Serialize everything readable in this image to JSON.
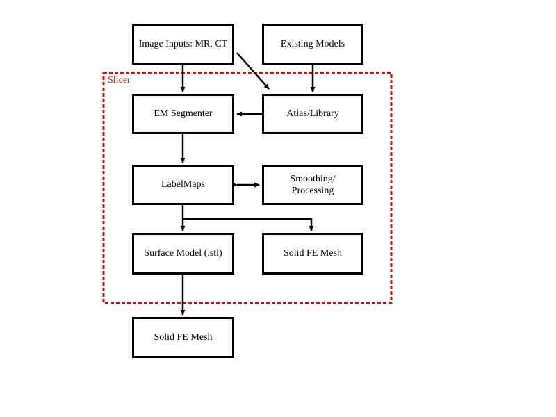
{
  "diagram": {
    "type": "flowchart",
    "container": {
      "label": "Slicer",
      "border_style": "dashed",
      "border_color": "#cc1111"
    },
    "nodes": {
      "image_inputs": {
        "label": "Image Inputs: MR, CT"
      },
      "existing_models": {
        "label": "Existing Models"
      },
      "em_segmenter": {
        "label": "EM Segmenter"
      },
      "atlas_library": {
        "label": "Atlas/Library"
      },
      "labelmaps": {
        "label": "LabelMaps"
      },
      "smoothing_processing": {
        "label_line1": "Smoothing/",
        "label_line2": "Processing"
      },
      "surface_model": {
        "label": "Surface Model (.stl)"
      },
      "solid_fe_mesh_internal": {
        "label": "Solid FE Mesh"
      },
      "solid_fe_mesh_output": {
        "label": "Solid FE Mesh"
      }
    },
    "edges": [
      {
        "from": "image_inputs",
        "to": "em_segmenter",
        "style": "arrow"
      },
      {
        "from": "image_inputs",
        "to": "atlas_library",
        "style": "arrow-diagonal"
      },
      {
        "from": "existing_models",
        "to": "atlas_library",
        "style": "arrow"
      },
      {
        "from": "atlas_library",
        "to": "em_segmenter",
        "style": "arrow"
      },
      {
        "from": "em_segmenter",
        "to": "labelmaps",
        "style": "arrow"
      },
      {
        "from": "labelmaps",
        "to": "smoothing_processing",
        "style": "double-arrow"
      },
      {
        "from": "labelmaps",
        "to": "surface_model",
        "style": "arrow"
      },
      {
        "from": "labelmaps",
        "to": "solid_fe_mesh_internal",
        "style": "arrow"
      },
      {
        "from": "surface_model",
        "to": "solid_fe_mesh_output",
        "style": "arrow"
      }
    ],
    "colors": {
      "background": "#ffffff",
      "box_border": "#000000",
      "box_fill": "#ffffff",
      "arrow": "#000000",
      "slicer_red": "#cc1111"
    }
  }
}
